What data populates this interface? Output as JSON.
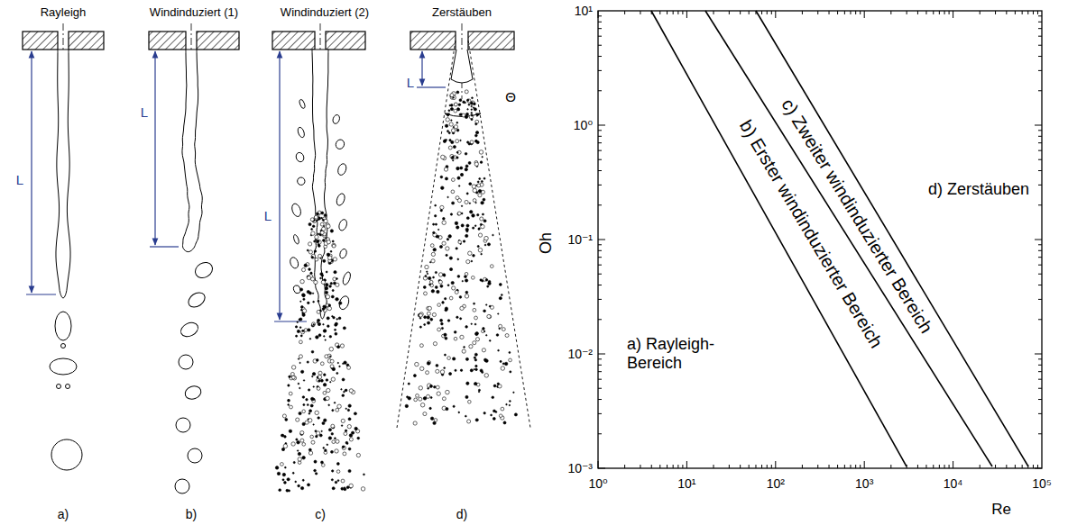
{
  "diagram": {
    "labels": [
      "Rayleigh",
      "Windinduziert (1)",
      "Windinduziert (2)",
      "Zerstäuben",
      "L",
      "L",
      "L",
      "L",
      "Θ",
      "a)",
      "b)",
      "c)",
      "d)",
      "Oh",
      "Re",
      "10¹",
      "10⁰",
      "10⁻¹",
      "10⁻²",
      "10⁻³",
      "10⁰",
      "10¹",
      "10²",
      "10³",
      "10⁴",
      "10⁵",
      "a) Rayleigh- Bereich",
      "b) Erster windinduzierter Bereich",
      "c) Zweiter windinduzierter Bereich",
      "d) Zerstäuben"
    ]
  }
}
